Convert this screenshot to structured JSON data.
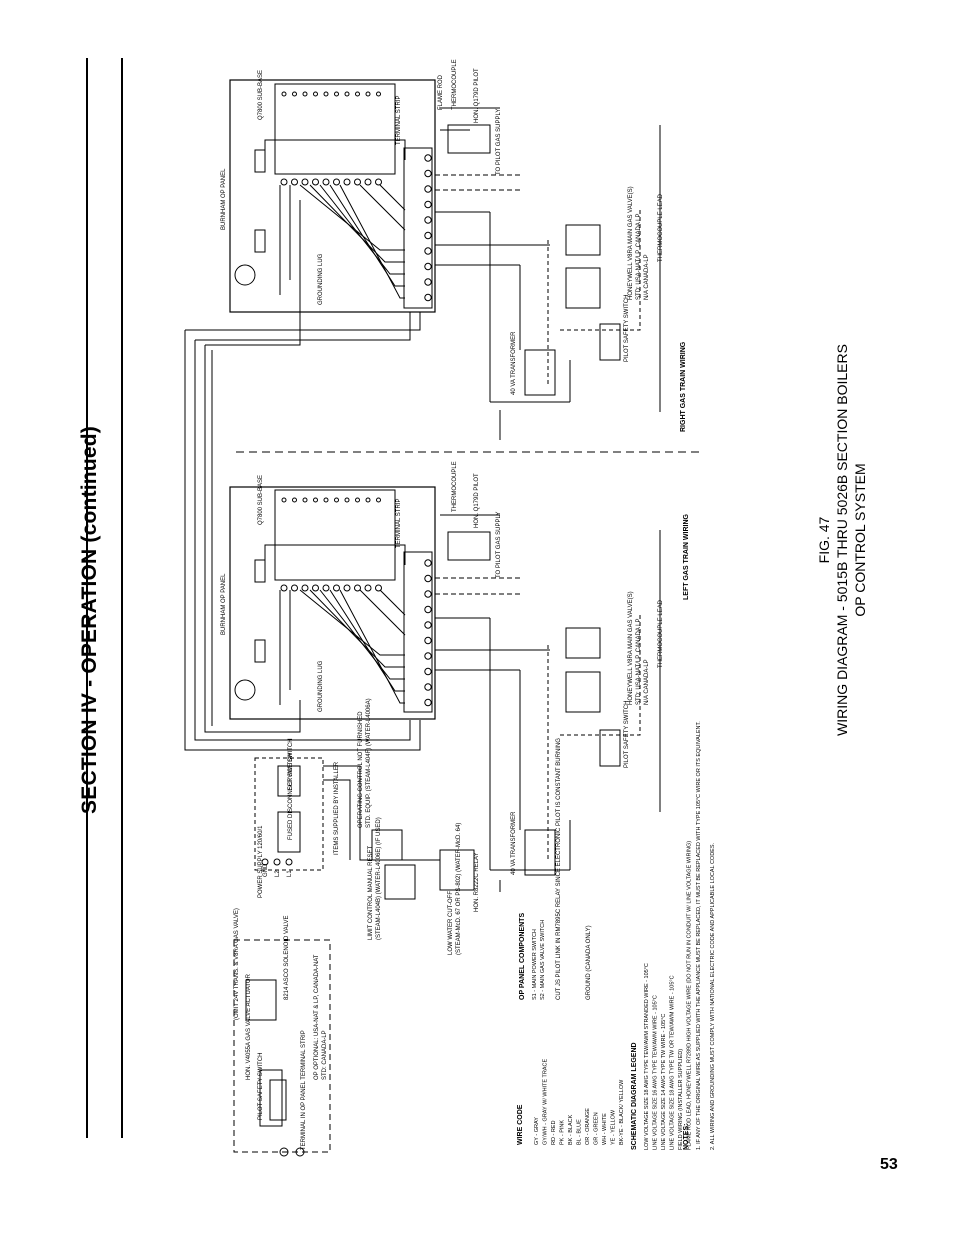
{
  "page": {
    "section_title": "SECTION IV - OPERATION (continued)",
    "figure_number": "FIG. 47",
    "figure_title": "WIRING DIAGRAM - 5015B THRU 5026B SECTION BOILERS",
    "figure_subtitle": "OP CONTROL SYSTEM",
    "page_number": "53"
  },
  "diagram": {
    "right_train": {
      "panel_label": "BURNHAM OP PANEL",
      "module_label": "Q7800 SUB-BASE",
      "terminal_strip": "TERMINAL STRIP",
      "flame_rod": "FLAME ROD",
      "thermocouple": "THERMOCOUPLE",
      "pilot": "HON. Q179D PILOT",
      "pilot_supply": "TO PILOT GAS SUPPLY",
      "grounding_lug": "GROUNDING LUG",
      "transformer": "40 VA TRANSFORMER",
      "valve_label_1": "HONEYWELL V8RA MAIN GAS VALVE(S)",
      "valve_label_2": "STD: USA-NAT/LP, CANADA LP",
      "valve_label_3": "N/A CANADA-LP",
      "thermocouple_lead": "THERMOCOUPLE LEAD",
      "pilot_switch": "PILOT SAFETY SWITCH",
      "train_label": "RIGHT GAS TRAIN WIRING"
    },
    "left_train": {
      "panel_label": "BURNHAM OP PANEL",
      "module_label": "Q7800 SUB-BASE",
      "terminal_strip": "TERMINAL STRIP",
      "thermocouple": "THERMOCOUPLE",
      "pilot": "HON. Q179D PILOT",
      "pilot_supply": "TO PILOT GAS SUPPLY",
      "grounding_lug": "GROUNDING LUG",
      "transformer": "40 VA TRANSFORMER",
      "valve_label_1": "HONEYWELL V8RA MAIN GAS VALVE(S)",
      "valve_label_2": "STD: USA-NAT/LP, CANADA LP",
      "valve_label_3": "N/A CANADA-LP",
      "thermocouple_lead": "THERMOCOUPLE LEAD",
      "pilot_switch": "PILOT SAFETY SWITCH",
      "train_label": "LEFT GAS TRAIN WIRING"
    },
    "power": {
      "power_supply": "POWER SUPPLY 120/60/1",
      "l1": "L1",
      "l2": "L2",
      "gnd": "GND",
      "fused_disconnect": "FUSED DISCONNECT SWITCH",
      "service_switch": "SERVICE SWITCH",
      "by_installer": "ITEMS SUPPLIED BY INSTALLER",
      "operating_control": "OPERATING CONTROL NOT FURNISHED",
      "operating_control_2": "STD. EQUIP. (STEAM-L404F) (WATER-L4006A)",
      "limit_control": "LIMIT CONTROL MANUAL RESET",
      "limit_control_2": "(STEAM-L404B) (WATER-L4006E) (IF USED)",
      "lwco": "LOW WATER CUT-OFF",
      "lwco_2": "(STEAM-McD. 67 OR PS-802) (WATER-McD. 64)",
      "relay": "HON. R8222C RELAY"
    },
    "options": {
      "top_note": "(OMIT 24V TRANS. & V8RA GAS VALVE)",
      "solenoid": "HON. V4055A GAS VALVE ACTUATOR",
      "asco": "8214 ASCO SOLENOID VALVE",
      "safety_switch": "PILOT SAFETY SWITCH",
      "terminal_strip": "TERMINAL IN OP PANEL TERMINAL STRIP",
      "optional": "OP OPTIONAL: USA-NAT & LP, CANADA-NAT",
      "standard": "STD: CANADA-LP"
    },
    "wire_code": {
      "title": "WIRE CODE",
      "entries": [
        "GY - GRAY",
        "GY/WH - GRAY W/ WHITE TRACE",
        "RD - RED",
        "PK - PINK",
        "BK - BLACK",
        "BL - BLUE",
        "OR - ORANGE",
        "GR - GREEN",
        "WH - WHITE",
        "YE - YELLOW",
        "BK-YE - BLACK/ YELLOW"
      ]
    },
    "op_panel_components": {
      "title": "OP PANEL COMPONENTS",
      "entries": [
        "S1 - MAIN POWER SWITCH",
        "S2 - MAIN GAS VALVE SWITCH"
      ],
      "note_1": "CUT JS PILOT LINK IN RM7895C RELAY SINCE ELECTRONIC PILOT IS CONSTANT BURNING",
      "note_2": "GROUND (CANADA ONLY)"
    },
    "legend": {
      "title": "SCHEMATIC DIAGRAM LEGEND",
      "entries": [
        "LOW VOLTAGE SIZE 18 AWG TYPE TEW/AWM STRANDED WIRE - 105°C",
        "LINE VOLTAGE SIZE 16 AWG TYPE TEW/AWM WIRE - 105°C",
        "LINE VOLTAGE SIZE 14 AWG TYPE TW WIRE - 105°C",
        "LINE VOLTAGE SIZE 18 AWG TYPE TW OR TEW/AWM WIRE - 105°C",
        "FIELD WIRING (INSTALLER SUPPLIED)",
        "FLAME ROD LEAD, HONEYWELL R7289D HIGH VOLTAGE WIRE (DO NOT RUN IN CONDUIT W/ LINE VOLTAGE WIRING)"
      ]
    },
    "notes": {
      "title": "NOTES:",
      "entries": [
        "1. IF ANY OF THE ORIGINAL WIRE AS SUPPLIED WITH THE APPLIANCE MUST BE REPLACED, IT MUST BE REPLACED WITH TYPE 105°C WIRE OR ITS EQUIVALENT.",
        "2. ALL WIRING AND GROUNDING MUST COMPLY WITH NATIONAL ELECTRIC CODE AND APPLICABLE LOCAL CODES."
      ]
    }
  }
}
